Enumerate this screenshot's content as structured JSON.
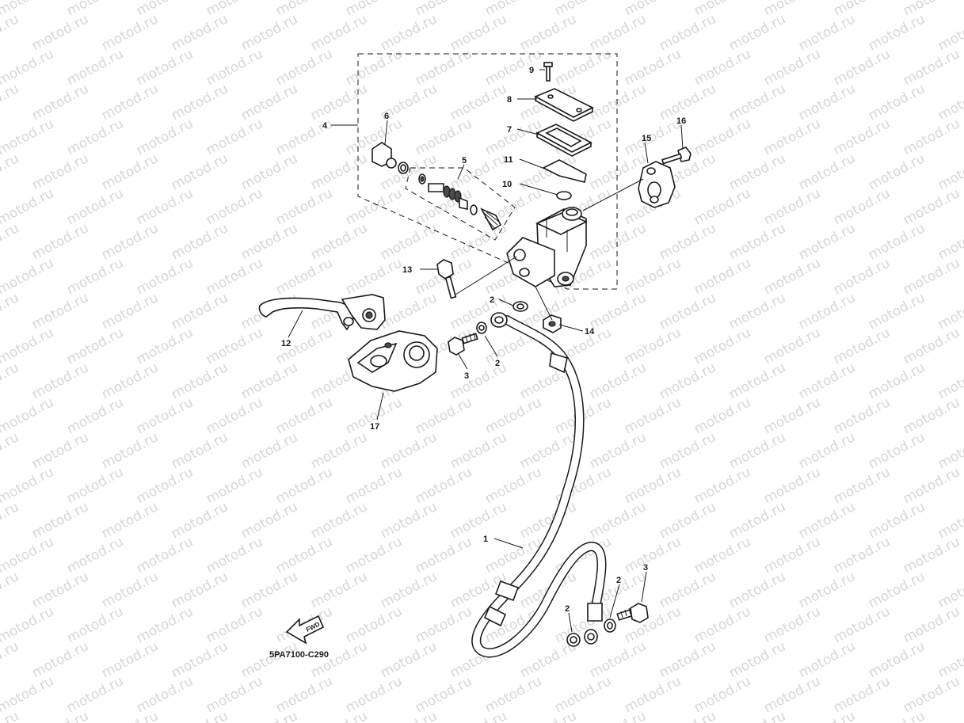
{
  "diagram": {
    "watermark_text": "motod.ru",
    "code": "5PA7100-C290",
    "fwd_label": "FWD",
    "callouts": {
      "c1": "1",
      "c2a": "2",
      "c2b": "2",
      "c2c": "2",
      "c2d": "2",
      "c3a": "3",
      "c3b": "3",
      "c4": "4",
      "c5": "5",
      "c6": "6",
      "c7": "7",
      "c8": "8",
      "c9": "9",
      "c10": "10",
      "c11": "11",
      "c12": "12",
      "c13": "13",
      "c14": "14",
      "c15": "15",
      "c16": "16",
      "c17": "17"
    }
  }
}
